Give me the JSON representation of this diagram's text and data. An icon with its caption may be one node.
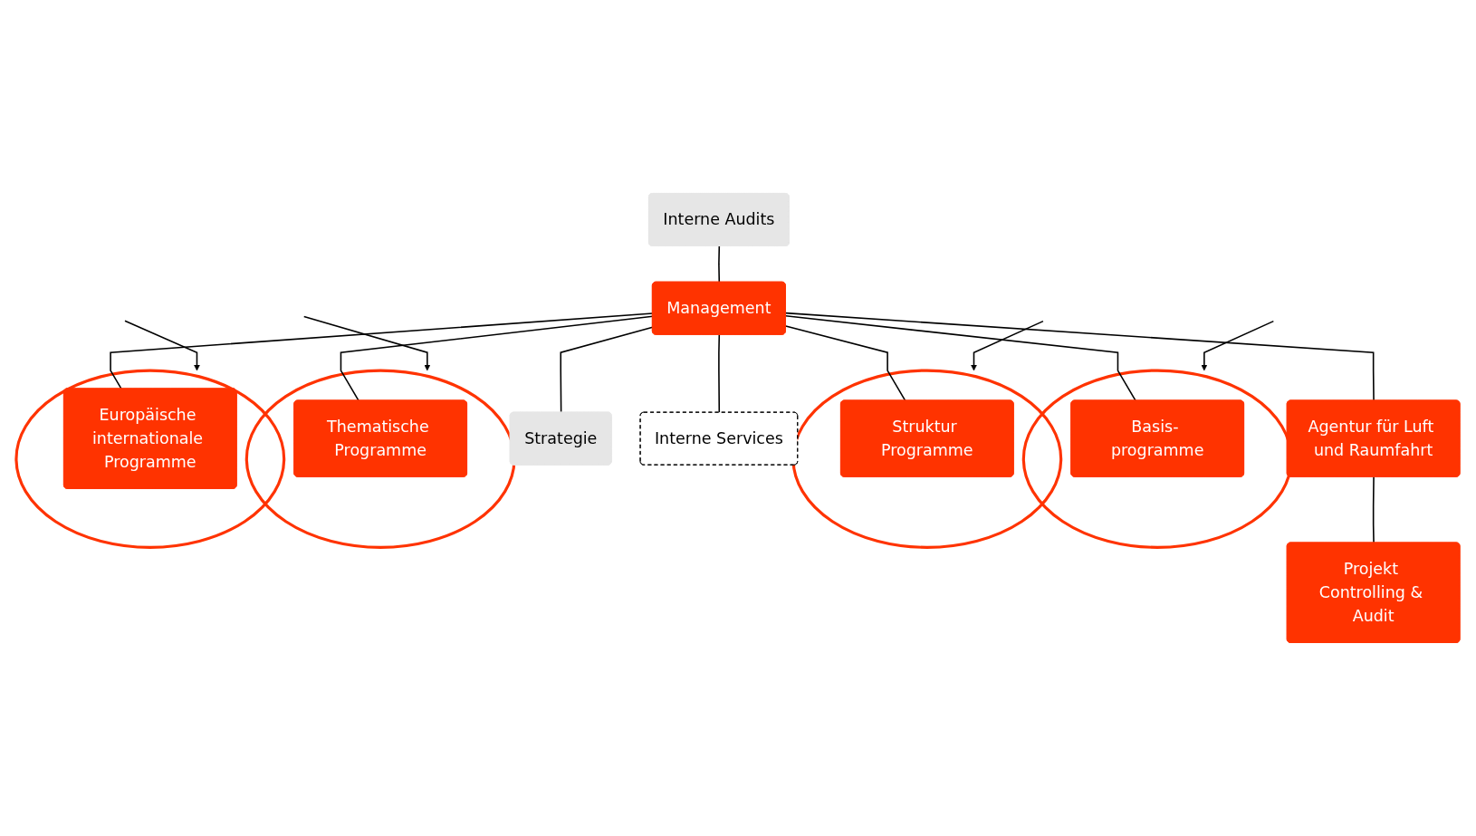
{
  "diagram": {
    "nodes": [
      {
        "text": [
          "Interne Audits"
        ]
      },
      {
        "text": [
          "Management"
        ]
      },
      {
        "text": [
          "Strategie"
        ]
      },
      {
        "text": [
          "Interne Services"
        ]
      },
      {
        "text": [
          "Agentur für Luft und Raumfahrt"
        ]
      },
      {
        "text": [],
        "shape": "circle"
      },
      {
        "text": [
          "Basis- programme"
        ],
        "in": 5
      },
      {
        "text": [],
        "shape": "circle"
      },
      {
        "text": [
          "Struktur Programme"
        ],
        "in": 7
      },
      {
        "text": [],
        "shape": "circle"
      },
      {
        "text": [
          "Thematische Programme"
        ],
        "in": 9
      },
      {
        "text": [],
        "shape": "circle"
      },
      {
        "text": [
          "Europäische internationale Programme"
        ],
        "in": 11
      },
      {
        "text": [
          "Projekt Controlling & Audit"
        ]
      }
    ],
    "edges": [
      {
        "from": 0,
        "to": 1,
        "arrow": "none"
      },
      {
        "from": 1,
        "to": 2,
        "arrow": "none"
      },
      {
        "from": 1,
        "to": 3,
        "arrow": "none"
      },
      {
        "from": 1,
        "to": 4,
        "arrow": "none"
      },
      {
        "from": 1,
        "to": 6,
        "arrow": "none"
      },
      {
        "from": 1,
        "to": 8,
        "arrow": "none"
      },
      {
        "from": 1,
        "to": 10,
        "arrow": "none"
      },
      {
        "from": 1,
        "to": 12,
        "arrow": "none"
      },
      {
        "from": 4,
        "to": 13,
        "arrow": "none"
      },
      {
        "from": null,
        "to": 5,
        "arrow": "to"
      },
      {
        "from": null,
        "to": 7,
        "arrow": "to"
      },
      {
        "from": null,
        "to": 9,
        "arrow": "to"
      },
      {
        "from": null,
        "to": 11,
        "arrow": "to"
      }
    ]
  }
}
